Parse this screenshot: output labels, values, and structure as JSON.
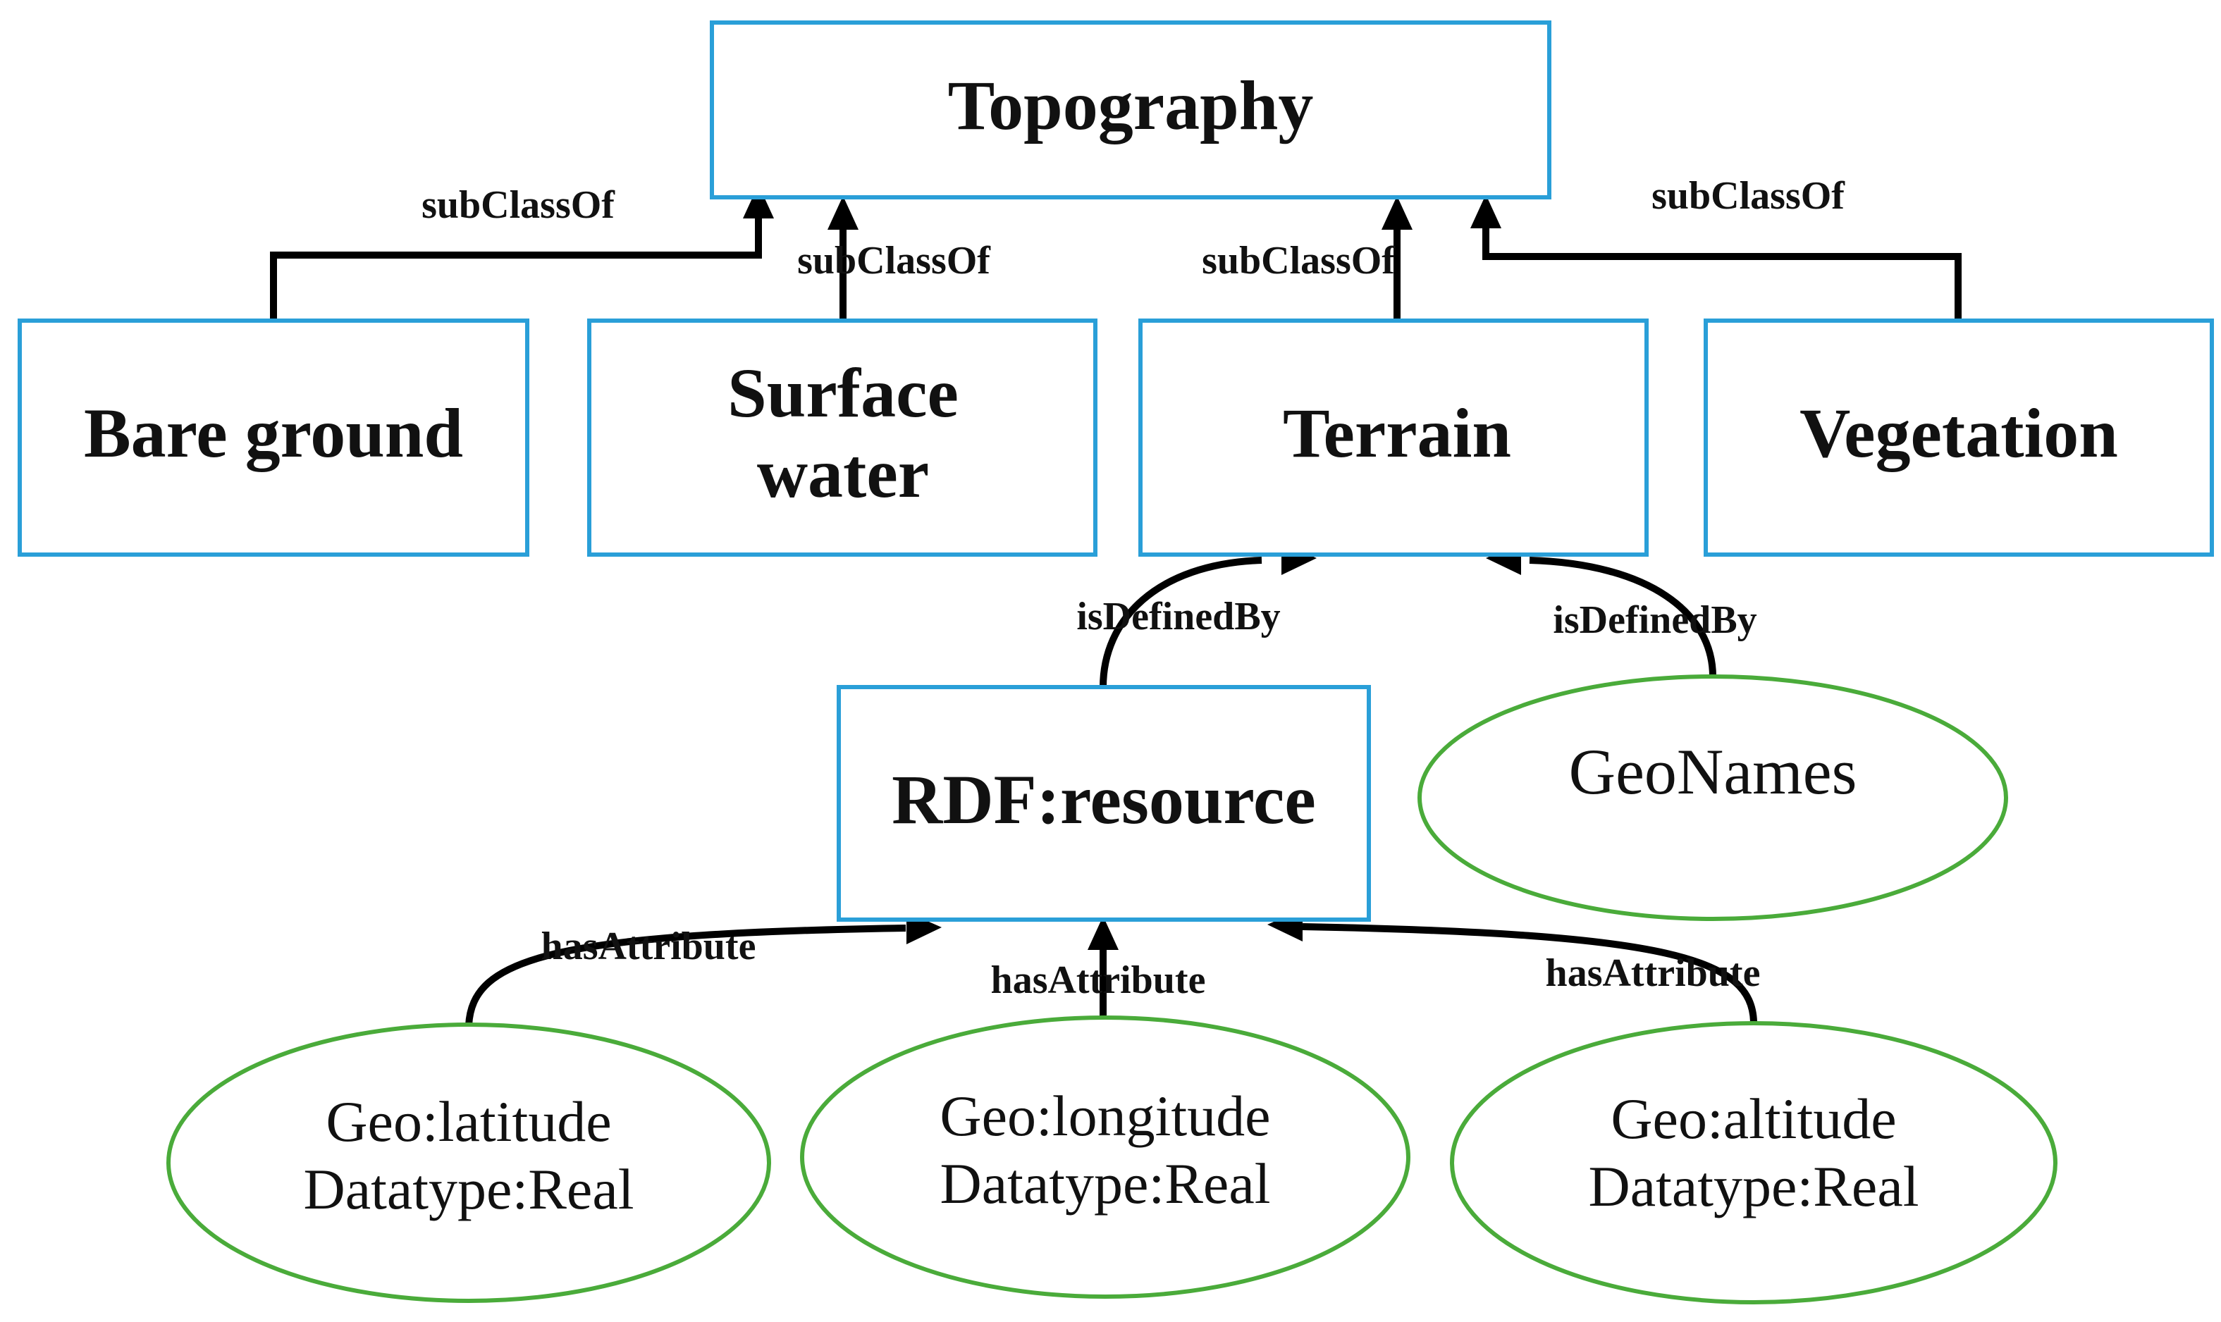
{
  "diagram": {
    "classes": {
      "topography": "Topography",
      "bare_ground": "Bare ground",
      "surface_water_line1": "Surface",
      "surface_water_line2": "water",
      "terrain": "Terrain",
      "vegetation": "Vegetation",
      "rdf_resource": "RDF:resource"
    },
    "instances": {
      "geonames": "GeoNames",
      "latitude_line1": "Geo:latitude",
      "latitude_line2": "Datatype:Real",
      "longitude_line1": "Geo:longitude",
      "longitude_line2": "Datatype:Real",
      "altitude_line1": "Geo:altitude",
      "altitude_line2": "Datatype:Real"
    },
    "edges": {
      "subclass_bare_ground": "subClassOf",
      "subclass_surface_water": "subClassOf",
      "subclass_terrain": "subClassOf",
      "subclass_vegetation": "subClassOf",
      "defined_rdf": "isDefinedBy",
      "defined_geonames": "isDefinedBy",
      "attr_latitude": "hasAttribute",
      "attr_longitude": "hasAttribute",
      "attr_altitude": "hasAttribute"
    },
    "colors": {
      "class_border": "#2a9fd8",
      "instance_border": "#4aab3a",
      "edge": "#000000"
    }
  }
}
